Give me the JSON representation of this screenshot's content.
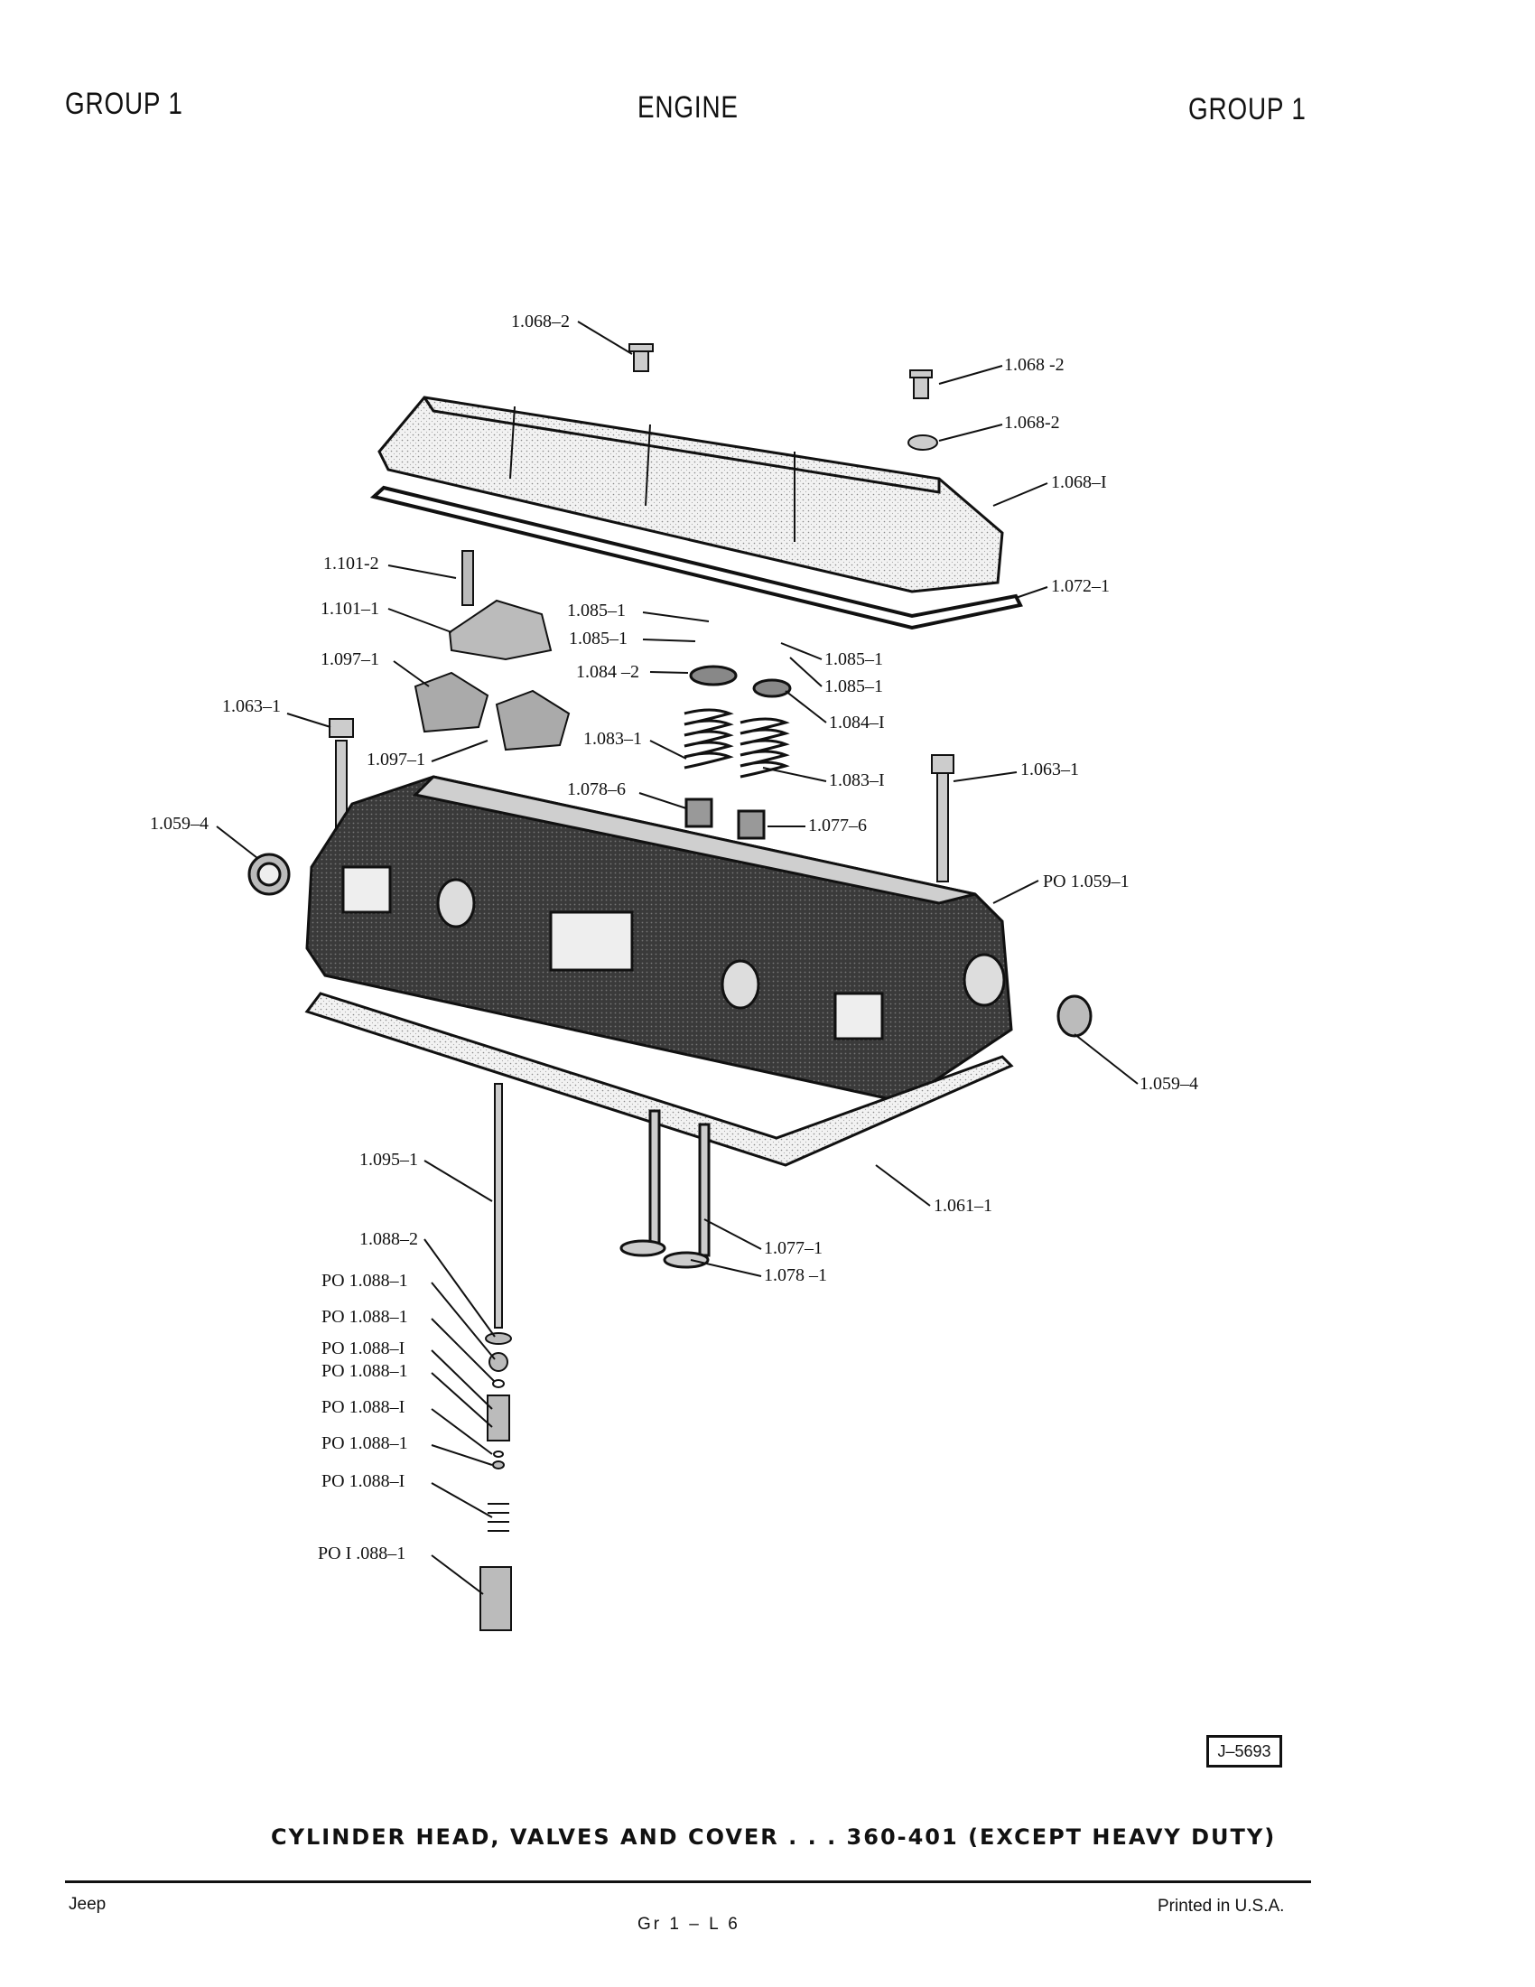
{
  "header": {
    "left": "GROUP 1",
    "center": "ENGINE",
    "right": "GROUP 1"
  },
  "callouts": [
    "1.068–2",
    "1.068 -2",
    "1.068-2",
    "1.068–I",
    "1.072–1",
    "1.101-2",
    "1.101–1",
    "1.085–1",
    "1.085–1",
    "1.085–1",
    "1.085–1",
    "1.084 –2",
    "1.084–I",
    "1.097–1",
    "1.097–1",
    "1.063–1",
    "1.063–1",
    "1.083–1",
    "1.083–I",
    "1.078–6",
    "1.077–6",
    "1.059–4",
    "PO 1.059–1",
    "1.059–4",
    "1.061–1",
    "1.095–1",
    "1.077–1",
    "1.078 –1",
    "1.088–2",
    "PO 1.088–1",
    "PO 1.088–1",
    "PO 1.088–I",
    "PO 1.088–1",
    "PO 1.088–I",
    "PO 1.088–1",
    "PO 1.088–I",
    "PO I .088–1"
  ],
  "figure_id": "J–5693",
  "caption": "CYLINDER HEAD, VALVES AND COVER . . . 360-401 (EXCEPT HEAVY DUTY)",
  "footer": {
    "left": "Jeep",
    "center": "Gr 1 – L 6",
    "right": "Printed in U.S.A."
  }
}
